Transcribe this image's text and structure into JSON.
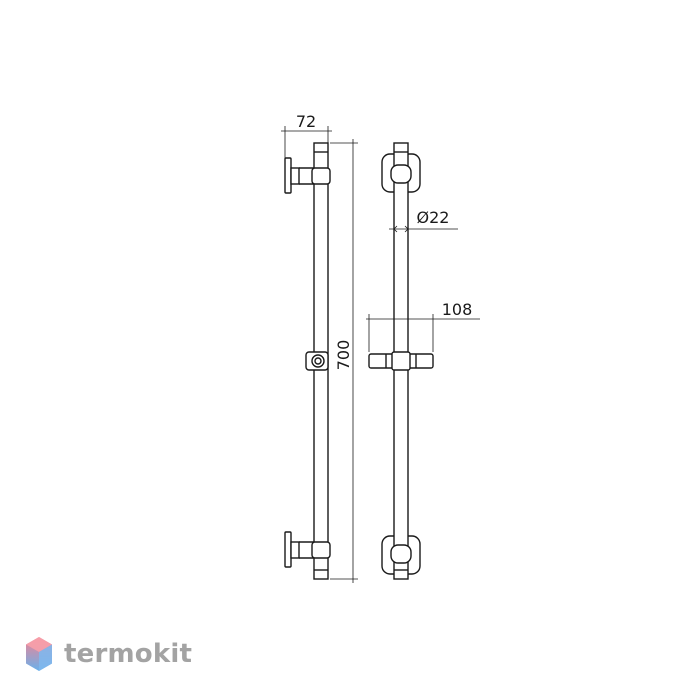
{
  "dimensions": {
    "width_label": "72",
    "diameter_label": "Ø22",
    "holder_label": "108",
    "height_label": "700"
  },
  "brand": {
    "name": "termokit",
    "text_color": "#a3a3a3",
    "logo_colors": [
      "#f36b7d",
      "#4fa3e8"
    ]
  },
  "colors": {
    "line": "#1a1a1a",
    "background": "#ffffff"
  }
}
